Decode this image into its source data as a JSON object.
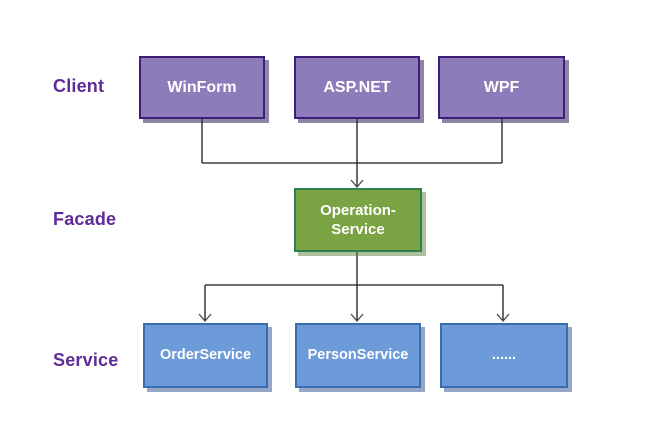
{
  "colors": {
    "background": "#ffffff",
    "label-text": "#5e2b97",
    "node-text": "#ffffff",
    "purple-fill": "#8d7cba",
    "purple-border": "#3d1f7a",
    "green-fill": "#7aa343",
    "green-border": "#2f8050",
    "blue-fill": "#6d9ad8",
    "blue-border": "#3a6cb0",
    "connector": "#1a1a1a"
  },
  "diagram": {
    "layers": [
      {
        "label": "Client",
        "nodes": [
          {
            "label": "WinForm"
          },
          {
            "label": "ASP.NET"
          },
          {
            "label": "WPF"
          }
        ]
      },
      {
        "label": "Facade",
        "nodes": [
          {
            "label": "Operation-\nService"
          }
        ]
      },
      {
        "label": "Service",
        "nodes": [
          {
            "label": "OrderService"
          },
          {
            "label": "PersonService"
          },
          {
            "label": "......"
          }
        ]
      }
    ]
  }
}
